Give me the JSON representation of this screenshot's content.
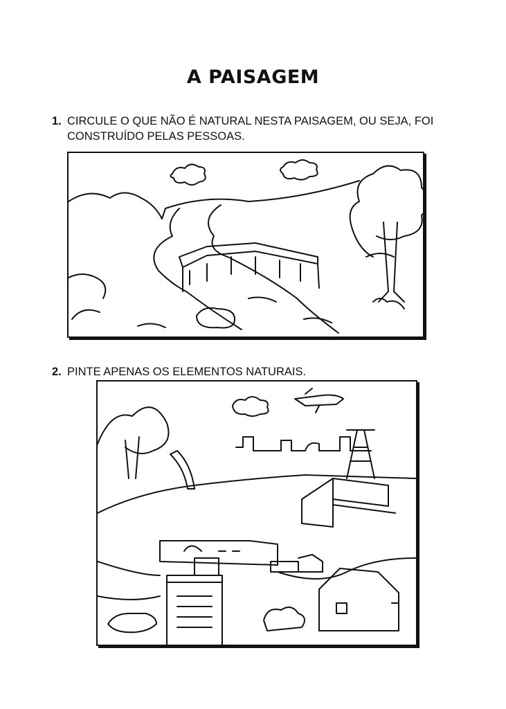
{
  "title": "A PAISAGEM",
  "questions": [
    {
      "number": "1.",
      "line1": "CIRCULE O QUE NÃO É NATURAL NESTA PAISAGEM, OU SEJA, FOI",
      "line2": "CONSTRUÍDO PELAS PESSOAS."
    },
    {
      "number": "2.",
      "line1": "PINTE APENAS OS ELEMENTOS NATURAIS."
    }
  ]
}
